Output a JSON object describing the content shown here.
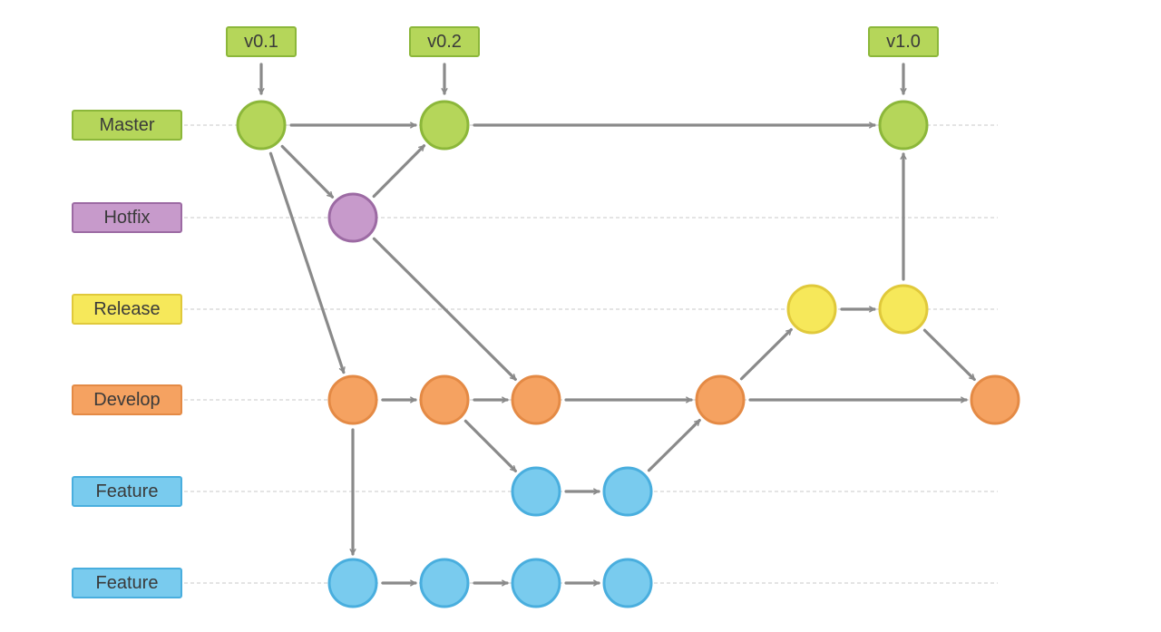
{
  "lanes": [
    {
      "id": "master",
      "label": "Master",
      "fill": "#b5d65a",
      "stroke": "#8cb73a"
    },
    {
      "id": "hotfix",
      "label": "Hotfix",
      "fill": "#c79acb",
      "stroke": "#9c6aa3"
    },
    {
      "id": "release",
      "label": "Release",
      "fill": "#f6e85a",
      "stroke": "#e0c93b"
    },
    {
      "id": "develop",
      "label": "Develop",
      "fill": "#f5a261",
      "stroke": "#e48a45"
    },
    {
      "id": "feature1",
      "label": "Feature",
      "fill": "#79cbee",
      "stroke": "#49aede"
    },
    {
      "id": "feature2",
      "label": "Feature",
      "fill": "#79cbee",
      "stroke": "#49aede"
    }
  ],
  "tags": [
    {
      "id": "v01",
      "label": "v0.1",
      "commit": "m1"
    },
    {
      "id": "v02",
      "label": "v0.2",
      "commit": "m2"
    },
    {
      "id": "v10",
      "label": "v1.0",
      "commit": "m3"
    }
  ],
  "tag_color": {
    "fill": "#b5d65a",
    "stroke": "#8cb73a"
  },
  "commits": [
    {
      "id": "m1",
      "lane": "master"
    },
    {
      "id": "m2",
      "lane": "master"
    },
    {
      "id": "m3",
      "lane": "master"
    },
    {
      "id": "h1",
      "lane": "hotfix"
    },
    {
      "id": "r1",
      "lane": "release"
    },
    {
      "id": "r2",
      "lane": "release"
    },
    {
      "id": "d1",
      "lane": "develop"
    },
    {
      "id": "d2",
      "lane": "develop"
    },
    {
      "id": "d3",
      "lane": "develop"
    },
    {
      "id": "d4",
      "lane": "develop"
    },
    {
      "id": "d5",
      "lane": "develop"
    },
    {
      "id": "f1a",
      "lane": "feature1"
    },
    {
      "id": "f1b",
      "lane": "feature1"
    },
    {
      "id": "f2a",
      "lane": "feature2"
    },
    {
      "id": "f2b",
      "lane": "feature2"
    },
    {
      "id": "f2c",
      "lane": "feature2"
    },
    {
      "id": "f2d",
      "lane": "feature2"
    }
  ],
  "edges": [
    [
      "m1",
      "m2"
    ],
    [
      "m2",
      "m3"
    ],
    [
      "m1",
      "h1"
    ],
    [
      "h1",
      "m2"
    ],
    [
      "m1",
      "d1"
    ],
    [
      "h1",
      "d3"
    ],
    [
      "d1",
      "d2"
    ],
    [
      "d2",
      "d3"
    ],
    [
      "d3",
      "d4"
    ],
    [
      "d4",
      "d5"
    ],
    [
      "d4",
      "r1"
    ],
    [
      "r1",
      "r2"
    ],
    [
      "r2",
      "m3"
    ],
    [
      "r2",
      "d5"
    ],
    [
      "d2",
      "f1a"
    ],
    [
      "f1a",
      "f1b"
    ],
    [
      "f1b",
      "d4"
    ],
    [
      "d1",
      "f2a"
    ],
    [
      "f2a",
      "f2b"
    ],
    [
      "f2b",
      "f2c"
    ],
    [
      "f2c",
      "f2d"
    ]
  ],
  "colors": {
    "arrow": "#8a8a8a",
    "guide": "#c8c8c8"
  }
}
